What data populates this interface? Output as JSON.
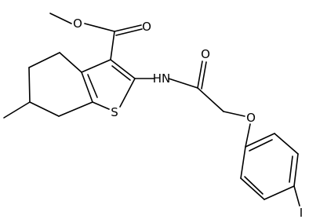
{
  "structure": {
    "atom_labels": {
      "ester_o_single": "O",
      "ester_o_double": "O",
      "amide_o": "O",
      "amide_nh": "HN",
      "ring_s": "S",
      "ether_o": "O",
      "iodine": "I"
    }
  }
}
